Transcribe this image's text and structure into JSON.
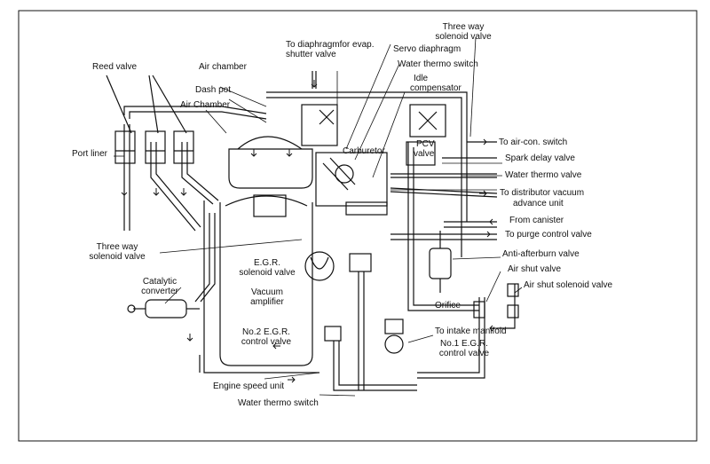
{
  "labels": {
    "three_way_solenoid_top_1": "Three way",
    "three_way_solenoid_top_2": "solenoid valve",
    "to_diaphragm_1": "To diaphragmfor evap.",
    "to_diaphragm_2": "shutter valve",
    "servo_diaphragm": "Servo diaphragm",
    "water_thermo_switch_top": "Water thermo switch",
    "idle_comp_1": "Idle",
    "idle_comp_2": "compensator",
    "reed_valve": "Reed valve",
    "air_chamber_top": "Air chamber",
    "dash_pot": "Dash pot",
    "air_chamber_left": "Air Chamber",
    "port_liner": "Port liner",
    "pcv_1": "PCV",
    "pcv_2": "valve",
    "carburetor": "Carburetor",
    "to_aircon_switch": "To air-con. switch",
    "spark_delay_valve": "Spark delay valve",
    "water_thermo_valve": "Water thermo valve",
    "to_distributor_1": "To distributor vacuum",
    "to_distributor_2": "advance unit",
    "from_canister": "From canister",
    "to_purge_control": "To purge control valve",
    "three_way_solenoid_left_1": "Three way",
    "three_way_solenoid_left_2": "solenoid valve",
    "egr_solenoid_1": "E.G.R.",
    "egr_solenoid_2": "solenoid valve",
    "vacuum_amp_1": "Vacuum",
    "vacuum_amp_2": "amplifier",
    "no2_egr_1": "No.2 E.G.R.",
    "no2_egr_2": "control valve",
    "anti_afterburn": "Anti-afterburn valve",
    "air_shut_valve": "Air shut  valve",
    "air_shut_solenoid": "Air shut solenoid  valve",
    "catalytic_1": "Catalytic",
    "catalytic_2": "converter",
    "orifice": "Orifice",
    "to_intake_manifold": "To intake manifold",
    "no1_egr_1": "No.1 E.G.R.",
    "no1_egr_2": "control valve",
    "engine_speed_unit": "Engine speed unit",
    "water_thermo_switch_bottom": "Water thermo switch"
  }
}
